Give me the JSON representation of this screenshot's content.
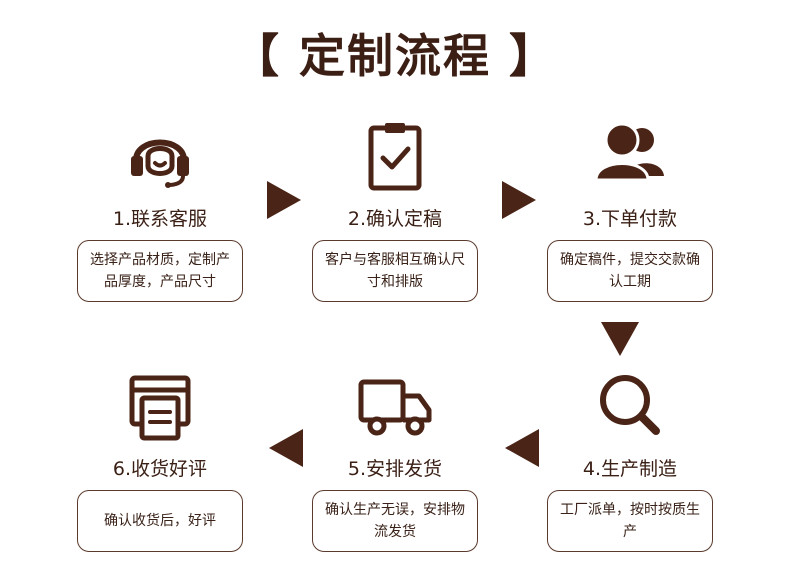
{
  "title": "【 定制流程 】",
  "colors": {
    "brown_dark": "#4a2416",
    "text": "#3a2218",
    "border": "#5a3a2c"
  },
  "steps": [
    {
      "label": "1.联系客服",
      "desc": "选择产品材质，定制产品厚度，产品尺寸",
      "icon": "headset-icon"
    },
    {
      "label": "2.确认定稿",
      "desc": "客户与客服相互确认尺寸和排版",
      "icon": "clipboard-check-icon"
    },
    {
      "label": "3.下单付款",
      "desc": "确定稿件，提交交款确认工期",
      "icon": "users-icon"
    },
    {
      "label": "4.生产制造",
      "desc": "工厂派单，按时按质生产",
      "icon": "search-icon"
    },
    {
      "label": "5.安排发货",
      "desc": "确认生产无误，安排物流发货",
      "icon": "truck-icon"
    },
    {
      "label": "6.收货好评",
      "desc": "确认收货后，好评",
      "icon": "package-icon"
    }
  ]
}
